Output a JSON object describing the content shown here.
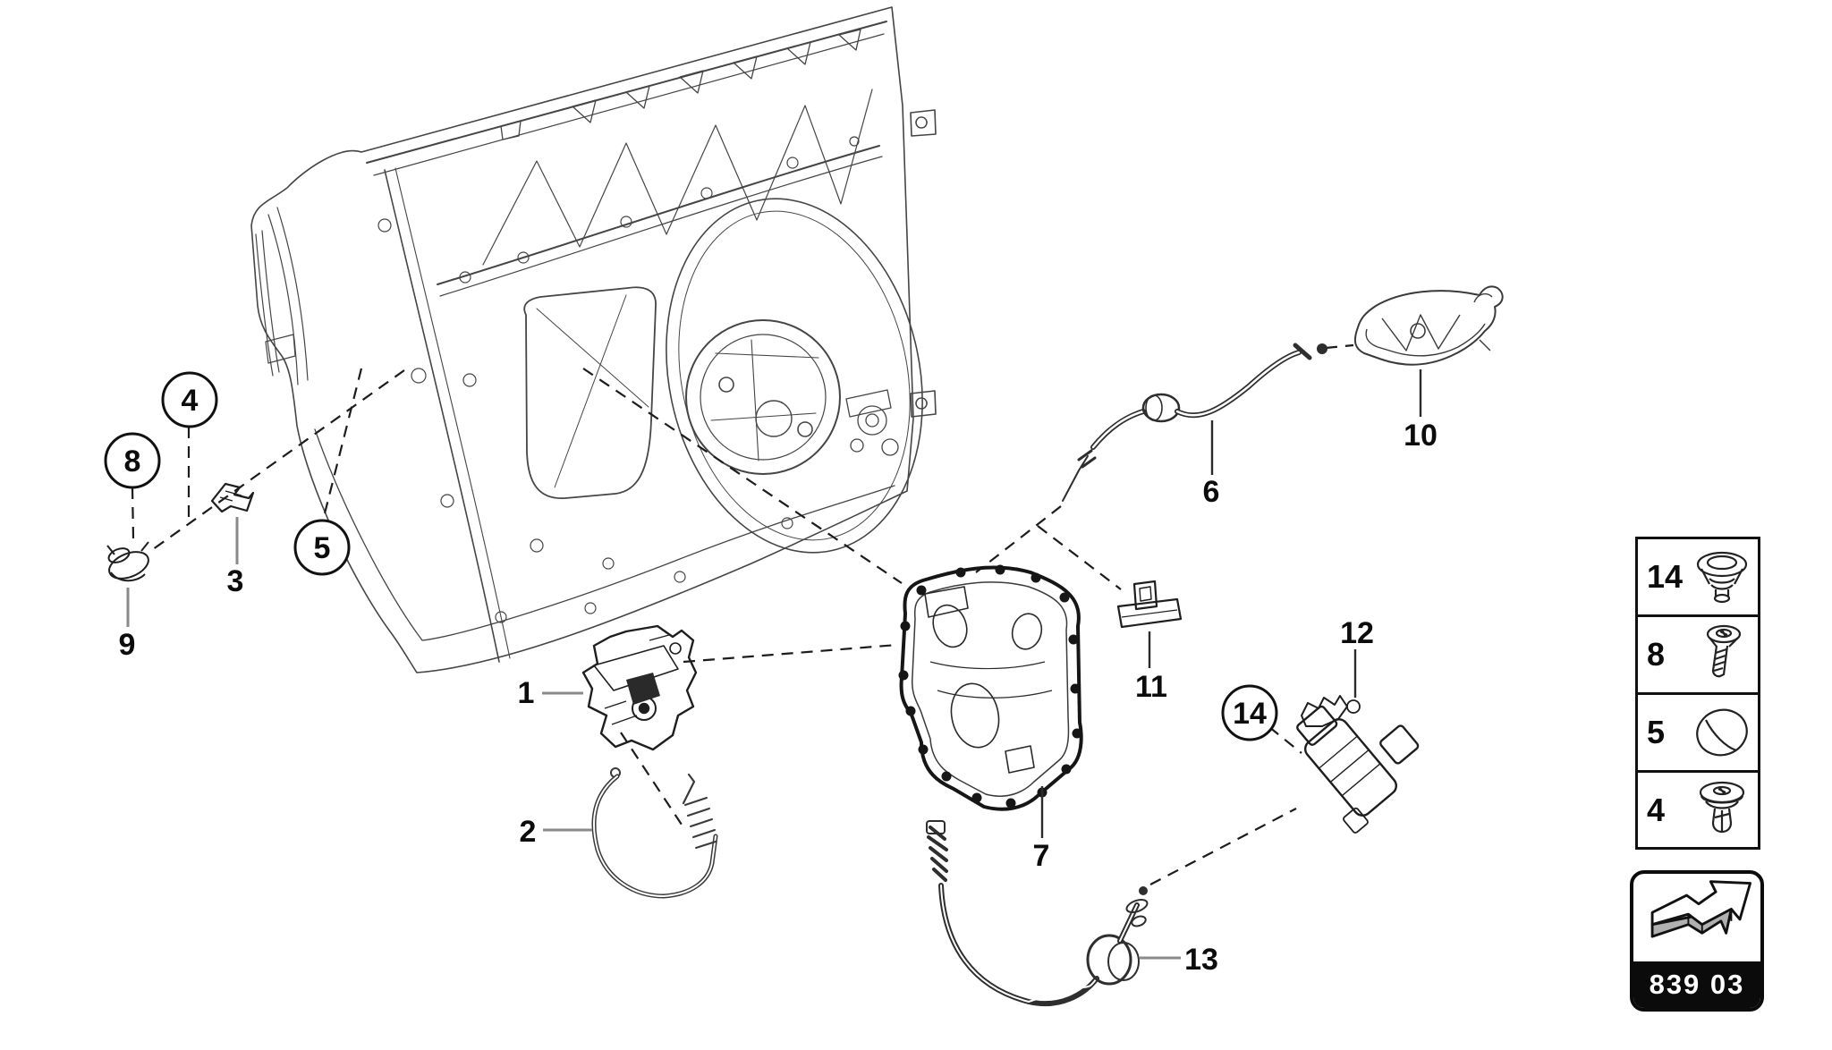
{
  "diagram": {
    "kind": "exploded-parts-diagram",
    "subject": "rear door lock and actuator components",
    "section_code": "839 03",
    "colors": {
      "line": "#3c3c3c",
      "label": "#0c0c0c",
      "leader_gray": "#8a8a8a",
      "background": "#ffffff"
    },
    "callouts": {
      "c1": {
        "label": "1",
        "circled": false
      },
      "c2": {
        "label": "2",
        "circled": false
      },
      "c3": {
        "label": "3",
        "circled": false
      },
      "c4": {
        "label": "4",
        "circled": true
      },
      "c5": {
        "label": "5",
        "circled": true
      },
      "c6": {
        "label": "6",
        "circled": false
      },
      "c7": {
        "label": "7",
        "circled": false
      },
      "c8": {
        "label": "8",
        "circled": true
      },
      "c9": {
        "label": "9",
        "circled": false
      },
      "c10": {
        "label": "10",
        "circled": false
      },
      "c11": {
        "label": "11",
        "circled": false
      },
      "c12": {
        "label": "12",
        "circled": false
      },
      "c13": {
        "label": "13",
        "circled": false
      },
      "c14": {
        "label": "14",
        "circled": true
      }
    },
    "legend": {
      "items": [
        {
          "label": "14",
          "icon": "grommet-nut-icon"
        },
        {
          "label": "8",
          "icon": "screw-icon"
        },
        {
          "label": "5",
          "icon": "cover-cap-icon"
        },
        {
          "label": "4",
          "icon": "expanding-rivet-icon"
        }
      ]
    },
    "badge": {
      "code": "839 03",
      "icon": "direction-arrow-icon"
    }
  }
}
